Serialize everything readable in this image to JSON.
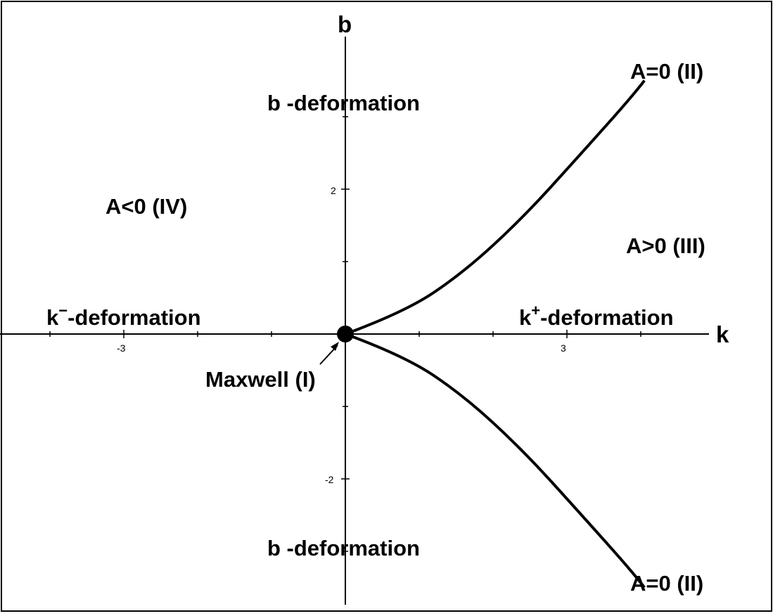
{
  "chart_data": {
    "type": "line",
    "title": "",
    "xlabel": "k",
    "ylabel": "b",
    "xlim": [
      -4.7,
      4.95
    ],
    "ylim": [
      -3.75,
      4.3
    ],
    "x_ticks": [
      -3,
      3
    ],
    "y_ticks": [
      2,
      -2
    ],
    "grid": false,
    "series": [
      {
        "points": [
          [
            0,
            0
          ],
          [
            0.75,
            0.28
          ],
          [
            1.5,
            0.8
          ],
          [
            2.25,
            1.5
          ],
          [
            3.0,
            2.3
          ],
          [
            3.75,
            3.3
          ],
          [
            4.2,
            3.35
          ]
        ]
      },
      {
        "points": [
          [
            0,
            0
          ],
          [
            0.75,
            -0.28
          ],
          [
            1.5,
            -0.8
          ],
          [
            2.25,
            -1.5
          ],
          [
            3.0,
            -2.3
          ],
          [
            3.75,
            -3.3
          ],
          [
            4.2,
            -3.3
          ]
        ]
      }
    ],
    "special_point": {
      "x": 0,
      "y": 0
    },
    "annotations": {
      "curve_top": "A=0 (II)",
      "curve_bottom": "A=0 (II)",
      "region_left": "A<0 (IV)",
      "region_right": "A>0 (III)",
      "b_top": "b -deformation",
      "b_bottom": "b -deformation",
      "k_minus_base": "k",
      "k_minus_sup": "−",
      "k_minus_rest": "-deformation",
      "k_plus_base": "k",
      "k_plus_sup": "+",
      "k_plus_rest": "-deformation",
      "maxwell": "Maxwell (I)"
    },
    "tick_labels": {
      "x_neg": "-3",
      "x_pos": "3",
      "y_pos": "2",
      "y_neg": "-2"
    }
  }
}
